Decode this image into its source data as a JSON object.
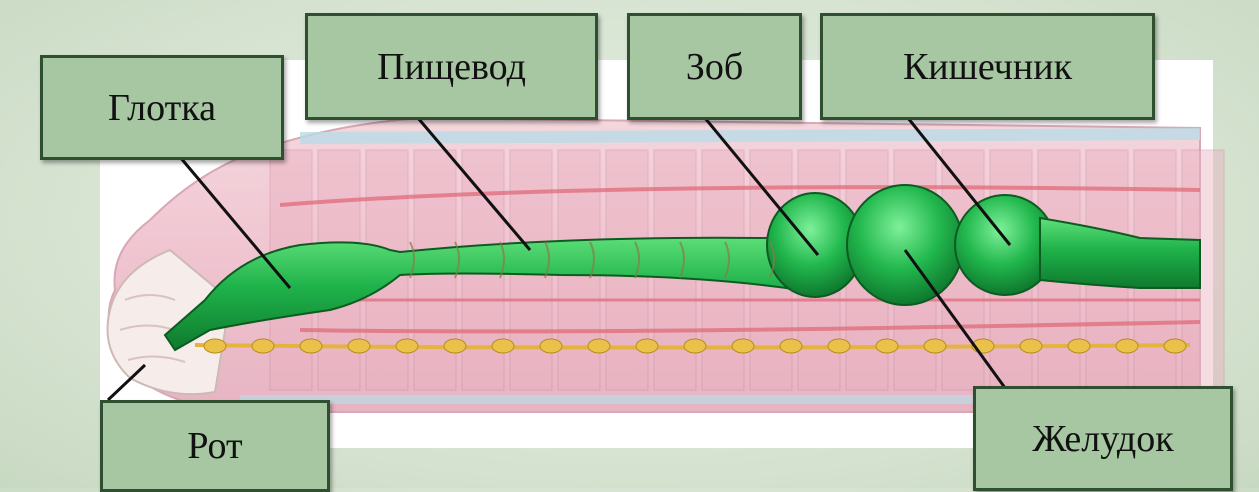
{
  "labels": {
    "glotka": "Глотка",
    "pishchevod": "Пищевод",
    "zob": "Зоб",
    "kishechnik": "Кишечник",
    "rot": "Рот",
    "zheludok": "Желудок"
  },
  "colors": {
    "background": "#d7e4d2",
    "label_fill": "#a7c7a3",
    "label_border": "#2e4f30",
    "gut": "#1fb24a",
    "body_pink": "#f2c2cf",
    "nerve_cord": "#e3b53c"
  }
}
